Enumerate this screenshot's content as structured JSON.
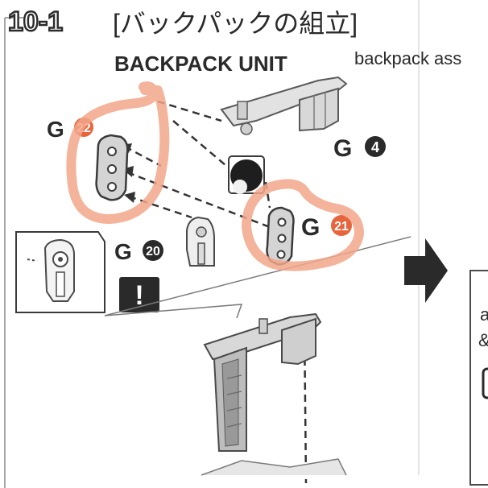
{
  "header": {
    "step_number": "10-1",
    "title_jp": "[バックパックの組立]",
    "section_title": "BACKPACK UNIT",
    "caption_en": "backpack ass"
  },
  "parts": {
    "g22": {
      "letter": "G",
      "number": "22"
    },
    "g4": {
      "letter": "G",
      "number": "4"
    },
    "g21": {
      "letter": "G",
      "number": "21"
    },
    "g20": {
      "letter": "G",
      "number": "20"
    }
  },
  "warning": {
    "symbol": "!"
  },
  "right_panel": {
    "text_line1": "a",
    "text_line2": "&"
  },
  "colors": {
    "ink": "#2a2a2a",
    "light_gray": "#d8d8d8",
    "mid_gray": "#a8a8a8",
    "marker_orange": "#f2a68a",
    "badge_orange": "#e8643c",
    "paper": "#ffffff"
  },
  "icons": [
    "warning-icon",
    "arrow-right-icon",
    "backpack-frame-part",
    "adapter-part",
    "joint-part",
    "ball-joint-part",
    "assembled-backpack"
  ]
}
